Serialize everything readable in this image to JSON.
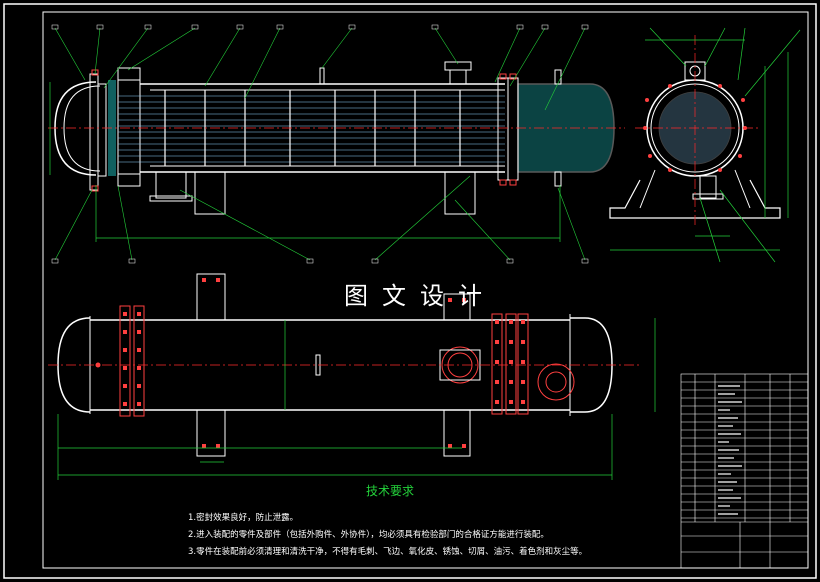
{
  "watermark": "图文设计",
  "technical_requirements": {
    "title": "技术要求",
    "notes": [
      "1.密封效果良好，防止泄露。",
      "2.进入装配的零件及部件（包括外购件、外协件），均必须具有检验部门的合格证方能进行装配。",
      "3.零件在装配前必须清理和清洗干净，不得有毛刺、飞边、氧化皮、锈蚀、切屑、油污、着色剂和灰尘等。"
    ]
  },
  "colors": {
    "background": "#000000",
    "outline": "#ffffff",
    "dimension": "#23d13a",
    "centerline": "#ff2a2a",
    "flange": "#ff4040",
    "section_hatch": "#20c0c0",
    "frame": "#ffffff"
  }
}
